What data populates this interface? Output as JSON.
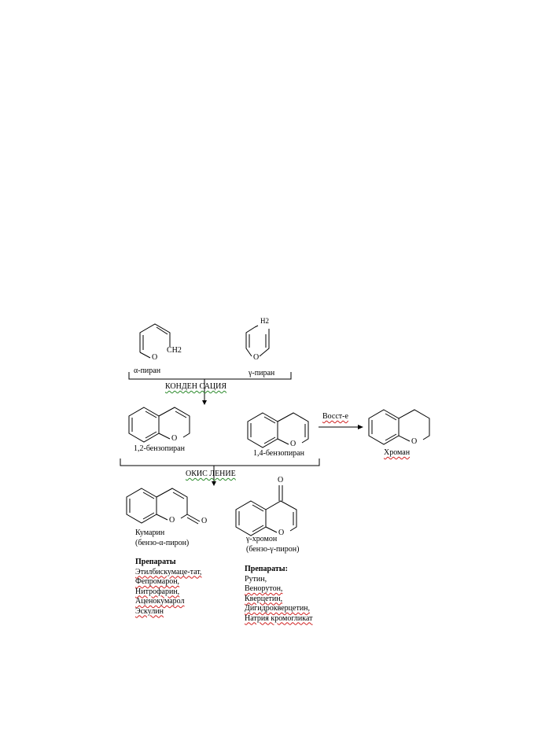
{
  "labels": {
    "alpha_pyran": "α-пиран",
    "gamma_pyran": "γ-пиран",
    "ch2": "CH2",
    "h2": "H2",
    "o": "O",
    "condensation": "КОНДЕН  САЦИЯ",
    "benzopyran_12": "1,2-бензопиран",
    "benzopyran_14": "1,4-бензопиран",
    "reduction": "Восст-е",
    "chroman": "Хроман",
    "oxidation": "ОКИС ЛЕНИЕ",
    "coumarin": "Кумарин",
    "coumarin_sub": "(бензо-α-пирон)",
    "chromone": "γ-хромон",
    "chromone_sub": "(бензо-γ-пирон)"
  },
  "drugs_left": {
    "heading": "Препараты",
    "items": [
      "Этилбискумаце-тат,",
      "Фепромарон,",
      "Нитрофарин,",
      "Аценокумарол",
      "Эскулин"
    ]
  },
  "drugs_right": {
    "heading": "Препараты:",
    "items": [
      "Рутин,",
      "Венорутон,",
      "Кверцетин,",
      "Дигидрокверцетин,",
      "Натрия кромогликат"
    ]
  }
}
